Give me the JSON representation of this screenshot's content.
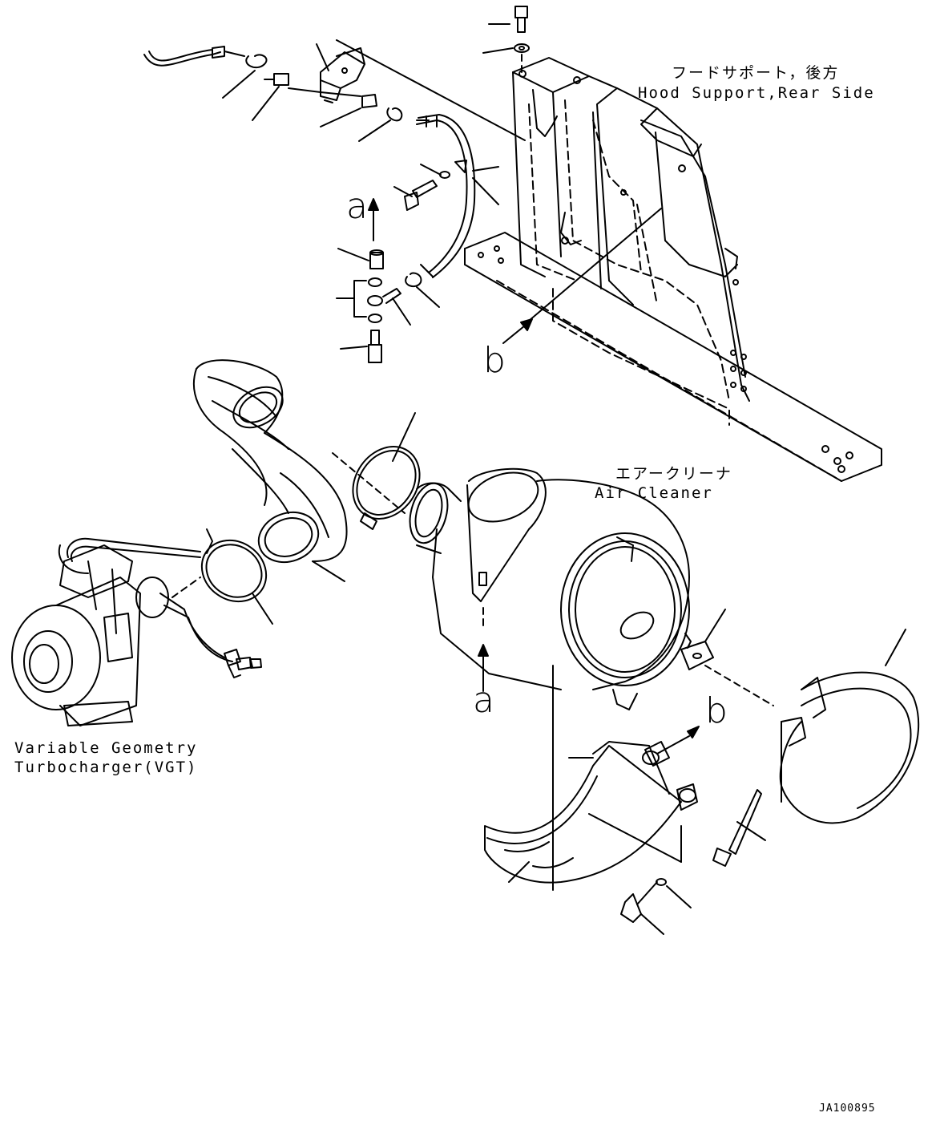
{
  "labels": {
    "hood_support_jp": "フードサポート，後方",
    "hood_support_en": "Hood Support,Rear Side",
    "air_cleaner_jp": "エアークリーナ",
    "air_cleaner_en": "Air Cleaner",
    "vgt_line1": "Variable Geometry",
    "vgt_line2": "Turbocharger(VGT)",
    "callout_a_top": "a",
    "callout_a_bottom": "a",
    "callout_b_frame": "b",
    "callout_b_bracket": "b",
    "drawing_code": "JA100895"
  },
  "colors": {
    "line": "#000000",
    "background": "#ffffff"
  }
}
